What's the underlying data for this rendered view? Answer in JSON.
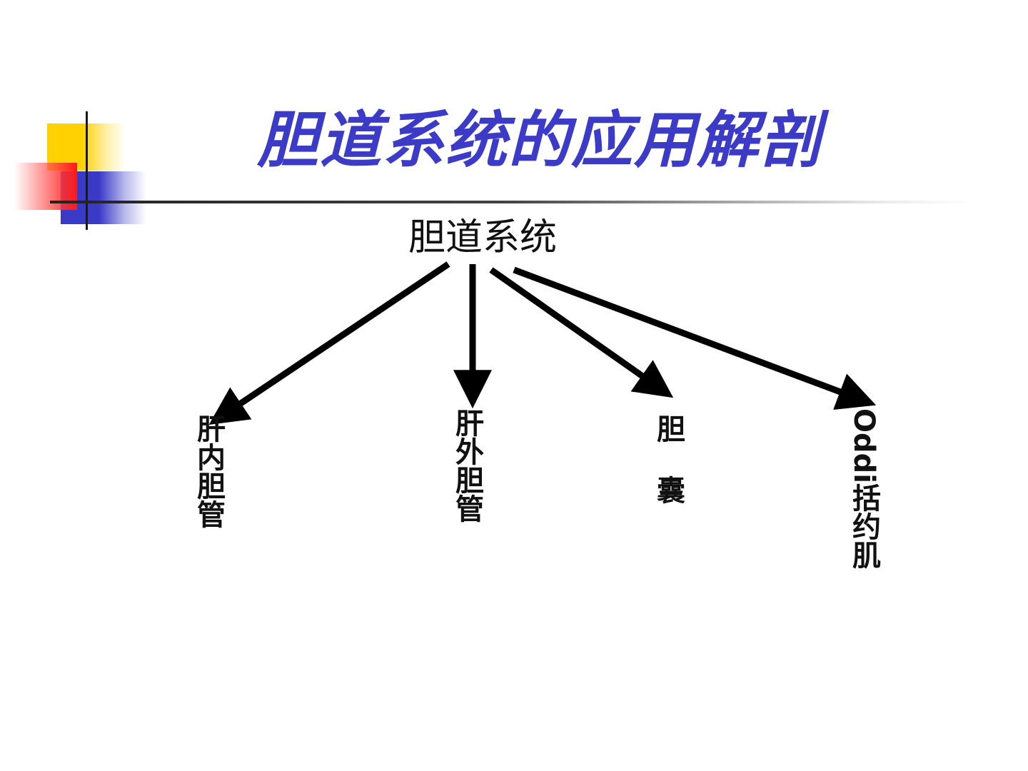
{
  "title": "胆道系统的应用解剖",
  "root": "胆道系统",
  "branches": [
    {
      "label": "肝内胆管"
    },
    {
      "label": "肝外胆管"
    },
    {
      "label": "胆囊"
    },
    {
      "label": "Oddi括约肌"
    }
  ],
  "colors": {
    "title": "#3b3bc8",
    "text": "#111111",
    "arrow": "#000000",
    "accent_yellow": "#ffd200",
    "accent_red": "#ff1a1a",
    "accent_blue": "#3a3ac8"
  }
}
